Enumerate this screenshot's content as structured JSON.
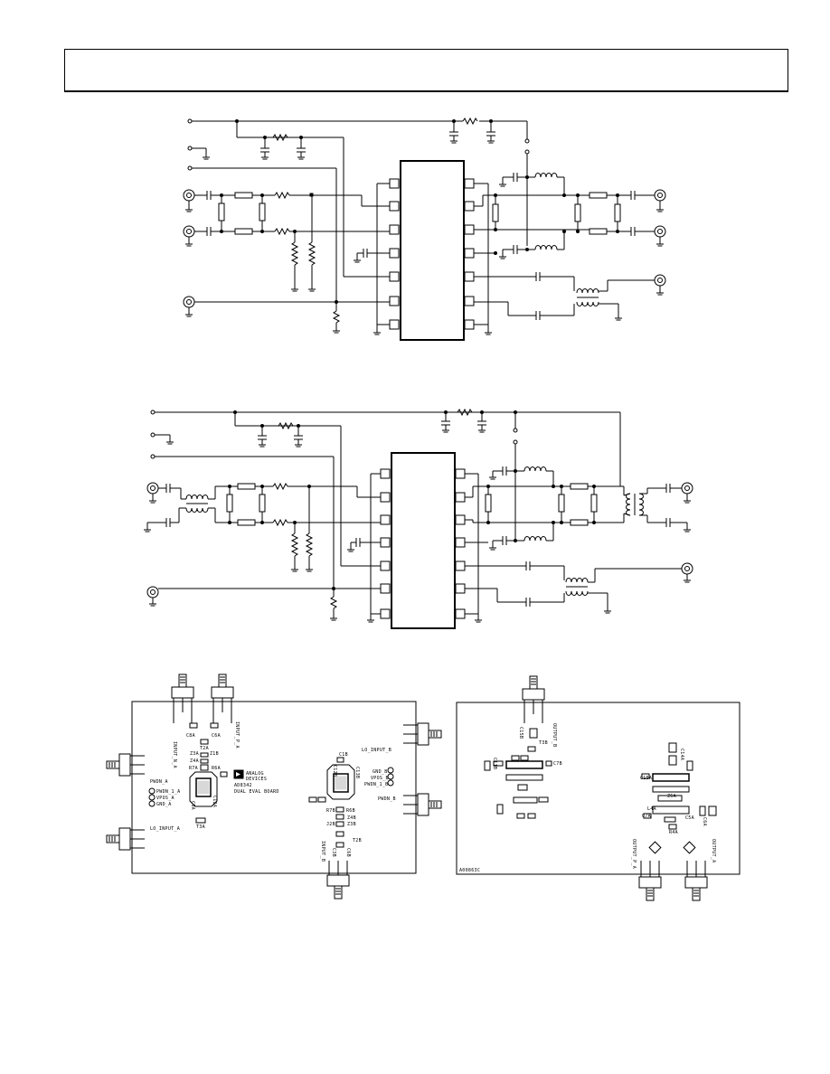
{
  "layout_labels": {
    "left": {
      "input_n_a": "INPUT_N_A",
      "input_p_a": "INPUT_P_A",
      "pwdn_a": "PWDN_A",
      "pwdn_1_a": "PWDN_1_A",
      "vpos_a": "VPOS_A",
      "gnd_a": "GND_A",
      "lo_input_a": "LO_INPUT_A",
      "lo_input_b": "LO_INPUT_B",
      "gnd_b": "GND_B",
      "vpos_b": "VPOS_B",
      "pwdn_1_b": "PWDN_1_B",
      "pwdn_b": "PWDN_B",
      "input_b": "INPUT_B",
      "brand1": "ANALOG",
      "brand2": "DEVICES",
      "part": "AD8342",
      "board": "DUAL EVAL BOARD",
      "c8a": "C8A",
      "c6a": "C6A",
      "t2a": "T2A",
      "z3a": "Z3A",
      "z4a": "Z4A",
      "z1b": "Z1B",
      "r7a": "R7A",
      "r6a": "R6A",
      "c1b": "C1B",
      "c12b": "C12B",
      "c13b": "C13B",
      "r7b": "R7B",
      "r6b": "R6B",
      "z4b": "Z4B",
      "z3b": "Z3B",
      "j2b": "J2B",
      "t2b": "T2B",
      "c3b": "C3B",
      "c6b": "C6B",
      "c9a": "C9A",
      "c12a": "C12A",
      "t3a": "T3A"
    },
    "right": {
      "output_b": "OUTPUT_B",
      "output_a": "OUTPUT_A",
      "output_p_a": "OUTPUT_P_A",
      "code": "A00863C",
      "c15b": "C15B",
      "t3b": "T3B",
      "c11b": "C11B",
      "c7b": "C7B",
      "c14a": "C14A",
      "c15a": "C15A",
      "c7a": "C7A",
      "l4a": "L4A",
      "z6a": "Z6A",
      "c5a": "C5A",
      "r4a": "R4A",
      "c6a": "C6A"
    }
  }
}
